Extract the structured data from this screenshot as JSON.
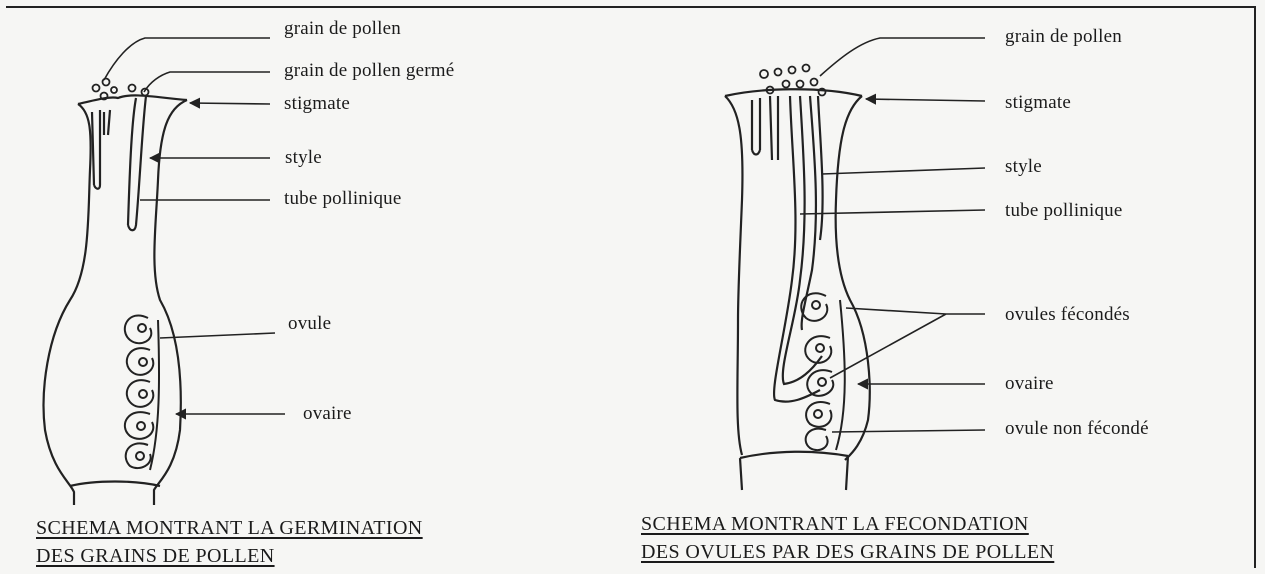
{
  "left_diagram": {
    "labels": {
      "pollen_grain": "grain de pollen",
      "germinated_pollen": "grain de pollen germé",
      "stigma": "stigmate",
      "style": "style",
      "pollen_tube": "tube pollinique",
      "ovule": "ovule",
      "ovary": "ovaire"
    },
    "caption_line1": "SCHEMA MONTRANT LA GERMINATION",
    "caption_line2": "DES GRAINS DE POLLEN"
  },
  "right_diagram": {
    "labels": {
      "pollen_grain": "grain de pollen",
      "stigma": "stigmate",
      "style": "style",
      "pollen_tube": "tube pollinique",
      "fertilized_ovules": "ovules fécondés",
      "ovary": "ovaire",
      "unfertilized_ovule": "ovule non fécondé"
    },
    "caption_line1": "SCHEMA MONTRANT LA FECONDATION",
    "caption_line2": "DES OVULES PAR DES GRAINS DE POLLEN"
  }
}
